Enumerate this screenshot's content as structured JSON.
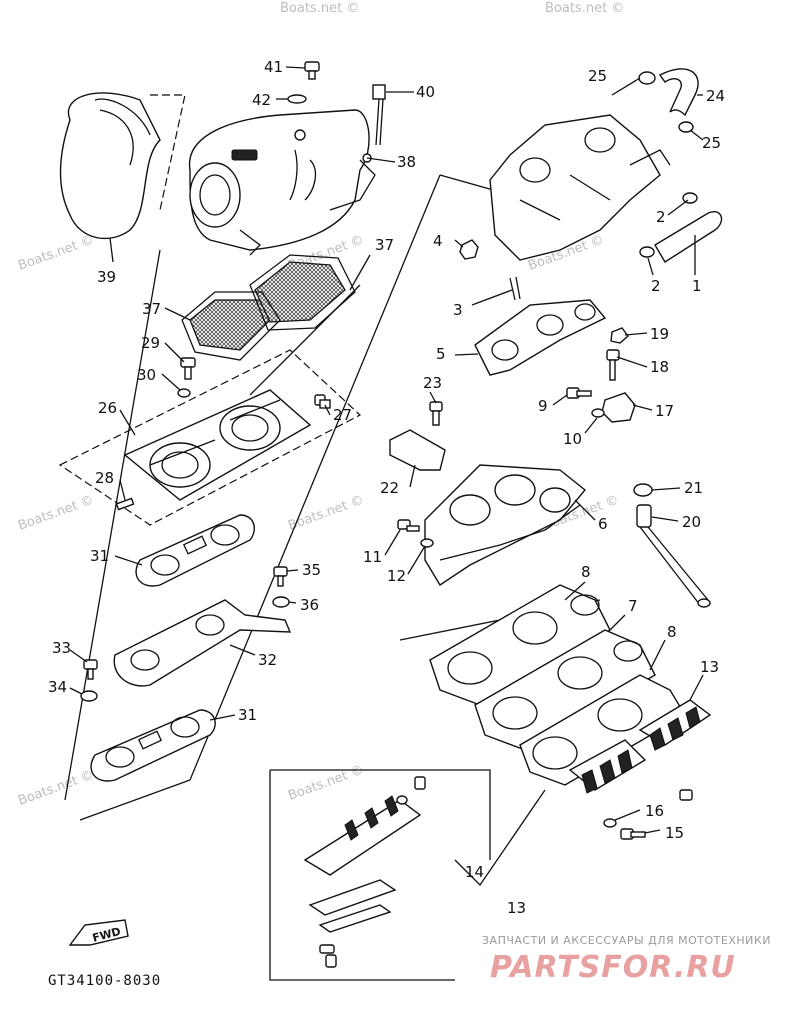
{
  "watermarks": [
    "Boats.net ©",
    "Boats.net ©",
    "Boats.net ©",
    "Boats.net ©",
    "Boats.net ©",
    "Boats.net ©",
    "Boats.net ©",
    "Boats.net ©",
    "Boats.net ©",
    "Boats.net ©"
  ],
  "diagram_code": "GT34100-8030",
  "fwd_label": "FWD",
  "brand_caption": "ЗАПЧАСТИ И АКСЕССУАРЫ ДЛЯ МОТОТЕХНИКИ",
  "brand_name": "PARTSFOR.RU",
  "callouts": {
    "c1": "1",
    "c2a": "2",
    "c2b": "2",
    "c3": "3",
    "c4": "4",
    "c5": "5",
    "c6": "6",
    "c7": "7",
    "c8a": "8",
    "c8b": "8",
    "c9": "9",
    "c10": "10",
    "c11": "11",
    "c12": "12",
    "c13a": "13",
    "c13b": "13",
    "c14": "14",
    "c15": "15",
    "c16": "16",
    "c17": "17",
    "c18": "18",
    "c19": "19",
    "c20": "20",
    "c21": "21",
    "c22": "22",
    "c23": "23",
    "c24": "24",
    "c25a": "25",
    "c25b": "25",
    "c26": "26",
    "c27": "27",
    "c28": "28",
    "c29": "29",
    "c30": "30",
    "c31a": "31",
    "c31b": "31",
    "c32": "32",
    "c33": "33",
    "c34": "34",
    "c35": "35",
    "c36": "36",
    "c37a": "37",
    "c37b": "37",
    "c38": "38",
    "c39": "39",
    "c40": "40",
    "c41": "41",
    "c42": "42"
  }
}
